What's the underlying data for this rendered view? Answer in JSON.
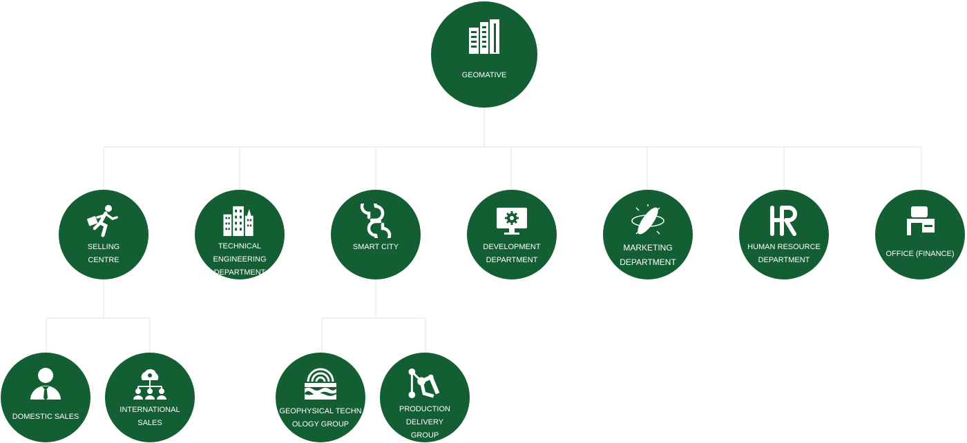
{
  "root": {
    "label": "GEOMATIVE",
    "icon": "building-icon"
  },
  "departments": [
    {
      "label": "SELLING\nCENTRE",
      "icon": "running-businessman-icon"
    },
    {
      "label": "TECHNICAL ENGINEERING\nDEPARTMENT",
      "icon": "city-buildings-icon"
    },
    {
      "label": "SMART CITY",
      "icon": "smart-city-knot-icon"
    },
    {
      "label": "DEVELOPMENT\nDEPARTMENT",
      "icon": "monitor-gear-icon"
    },
    {
      "label": "MARKETING\nDEPARTMENT",
      "icon": "orbit-atom-icon"
    },
    {
      "label": "HUMAN RESOURCE\nDEPARTMENT",
      "icon": "hr-letters-icon"
    },
    {
      "label": "OFFICE (FINANCE)",
      "icon": "office-desk-icon"
    }
  ],
  "selling_children": [
    {
      "label": "DOMESTIC SALES",
      "icon": "businessman-icon"
    },
    {
      "label": "INTERNATIONAL\nSALES",
      "icon": "network-people-icon"
    }
  ],
  "smart_city_children": [
    {
      "label": "GEOPHYSICAL TECHN\nOLOGY GROUP",
      "icon": "geophysical-waves-icon"
    },
    {
      "label": "PRODUCTION DELIVERY\nGROUP",
      "icon": "robot-arm-icon"
    }
  ],
  "colors": {
    "node": "#135e32",
    "connector": "#e3e3e3",
    "text": "#ffffff"
  }
}
